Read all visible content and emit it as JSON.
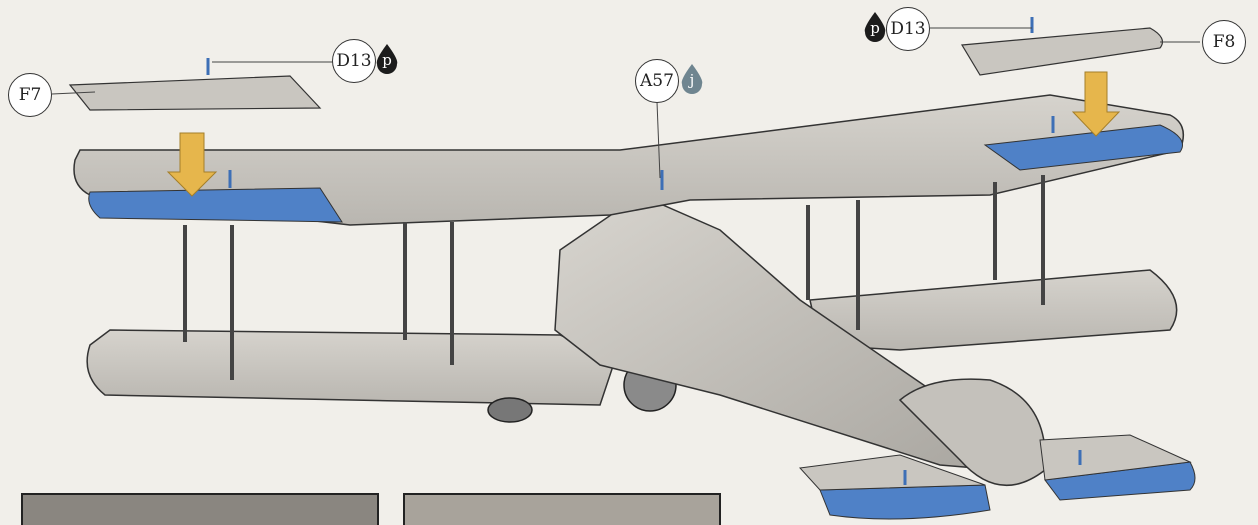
{
  "callouts": {
    "f7": "F7",
    "f8": "F8",
    "d13_left": "D13",
    "d13_right": "D13",
    "a57": "A57"
  },
  "paint_marks": {
    "d13_left": "p",
    "d13_right": "p",
    "a57": "j"
  },
  "colors": {
    "blue_part": "#4f81c7",
    "arrow": "#e6b64c",
    "paint_p": "#1c1c1c",
    "paint_j": "#6f8590",
    "aircraft": "#c9c6c0"
  },
  "icons": [
    "down-arrow-icon",
    "paint-drop-icon"
  ]
}
